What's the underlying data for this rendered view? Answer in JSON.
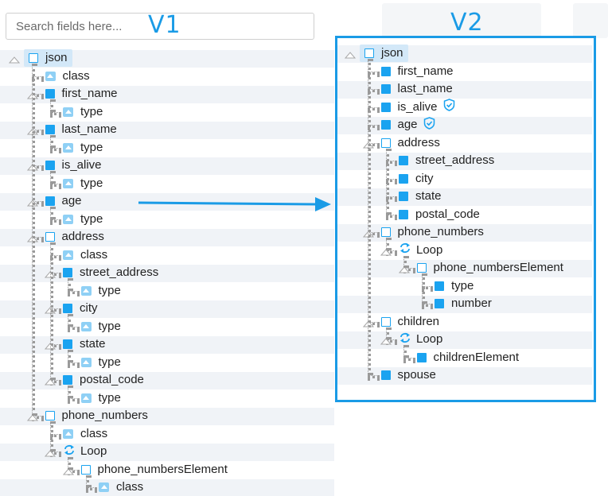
{
  "search": {
    "placeholder": "Search fields here..."
  },
  "labels": {
    "v1": "V1",
    "v2": "V2"
  },
  "colors": {
    "accent": "#1a9be6",
    "icon_fill": "#1aa3f0",
    "selection": "#d3e8f8"
  },
  "v1_tree": [
    {
      "label": "json",
      "icon": "object",
      "depth": 0,
      "expandable": true,
      "selected": true
    },
    {
      "label": "class",
      "icon": "attribute",
      "depth": 1
    },
    {
      "label": "first_name",
      "icon": "field",
      "depth": 1,
      "expandable": true
    },
    {
      "label": "type",
      "icon": "attribute",
      "depth": 2
    },
    {
      "label": "last_name",
      "icon": "field",
      "depth": 1,
      "expandable": true
    },
    {
      "label": "type",
      "icon": "attribute",
      "depth": 2
    },
    {
      "label": "is_alive",
      "icon": "field",
      "depth": 1,
      "expandable": true
    },
    {
      "label": "type",
      "icon": "attribute",
      "depth": 2
    },
    {
      "label": "age",
      "icon": "field",
      "depth": 1,
      "expandable": true
    },
    {
      "label": "type",
      "icon": "attribute",
      "depth": 2
    },
    {
      "label": "address",
      "icon": "object",
      "depth": 1,
      "expandable": true
    },
    {
      "label": "class",
      "icon": "attribute",
      "depth": 2
    },
    {
      "label": "street_address",
      "icon": "field",
      "depth": 2,
      "expandable": true
    },
    {
      "label": "type",
      "icon": "attribute",
      "depth": 3
    },
    {
      "label": "city",
      "icon": "field",
      "depth": 2,
      "expandable": true
    },
    {
      "label": "type",
      "icon": "attribute",
      "depth": 3
    },
    {
      "label": "state",
      "icon": "field",
      "depth": 2,
      "expandable": true
    },
    {
      "label": "type",
      "icon": "attribute",
      "depth": 3
    },
    {
      "label": "postal_code",
      "icon": "field",
      "depth": 2,
      "expandable": true
    },
    {
      "label": "type",
      "icon": "attribute",
      "depth": 3
    },
    {
      "label": "phone_numbers",
      "icon": "object",
      "depth": 1,
      "expandable": true
    },
    {
      "label": "class",
      "icon": "attribute",
      "depth": 2
    },
    {
      "label": "Loop",
      "icon": "loop",
      "depth": 2,
      "expandable": true
    },
    {
      "label": "phone_numbersElement",
      "icon": "object",
      "depth": 3,
      "expandable": true
    },
    {
      "label": "class",
      "icon": "attribute",
      "depth": 4
    }
  ],
  "v2_tree": [
    {
      "label": "json",
      "icon": "object",
      "depth": 0,
      "expandable": true,
      "selected": true
    },
    {
      "label": "first_name",
      "icon": "field",
      "depth": 1
    },
    {
      "label": "last_name",
      "icon": "field",
      "depth": 1
    },
    {
      "label": "is_alive",
      "icon": "field",
      "depth": 1,
      "badge": "shield-check"
    },
    {
      "label": "age",
      "icon": "field",
      "depth": 1,
      "badge": "shield-check"
    },
    {
      "label": "address",
      "icon": "object",
      "depth": 1,
      "expandable": true
    },
    {
      "label": "street_address",
      "icon": "field",
      "depth": 2
    },
    {
      "label": "city",
      "icon": "field",
      "depth": 2
    },
    {
      "label": "state",
      "icon": "field",
      "depth": 2
    },
    {
      "label": "postal_code",
      "icon": "field",
      "depth": 2
    },
    {
      "label": "phone_numbers",
      "icon": "object",
      "depth": 1,
      "expandable": true
    },
    {
      "label": "Loop",
      "icon": "loop",
      "depth": 2,
      "expandable": true
    },
    {
      "label": "phone_numbersElement",
      "icon": "object",
      "depth": 3,
      "expandable": true
    },
    {
      "label": "type",
      "icon": "field",
      "depth": 4
    },
    {
      "label": "number",
      "icon": "field",
      "depth": 4
    },
    {
      "label": "children",
      "icon": "object",
      "depth": 1,
      "expandable": true
    },
    {
      "label": "Loop",
      "icon": "loop",
      "depth": 2,
      "expandable": true
    },
    {
      "label": "childrenElement",
      "icon": "field",
      "depth": 3
    },
    {
      "label": "spouse",
      "icon": "field",
      "depth": 1
    }
  ]
}
